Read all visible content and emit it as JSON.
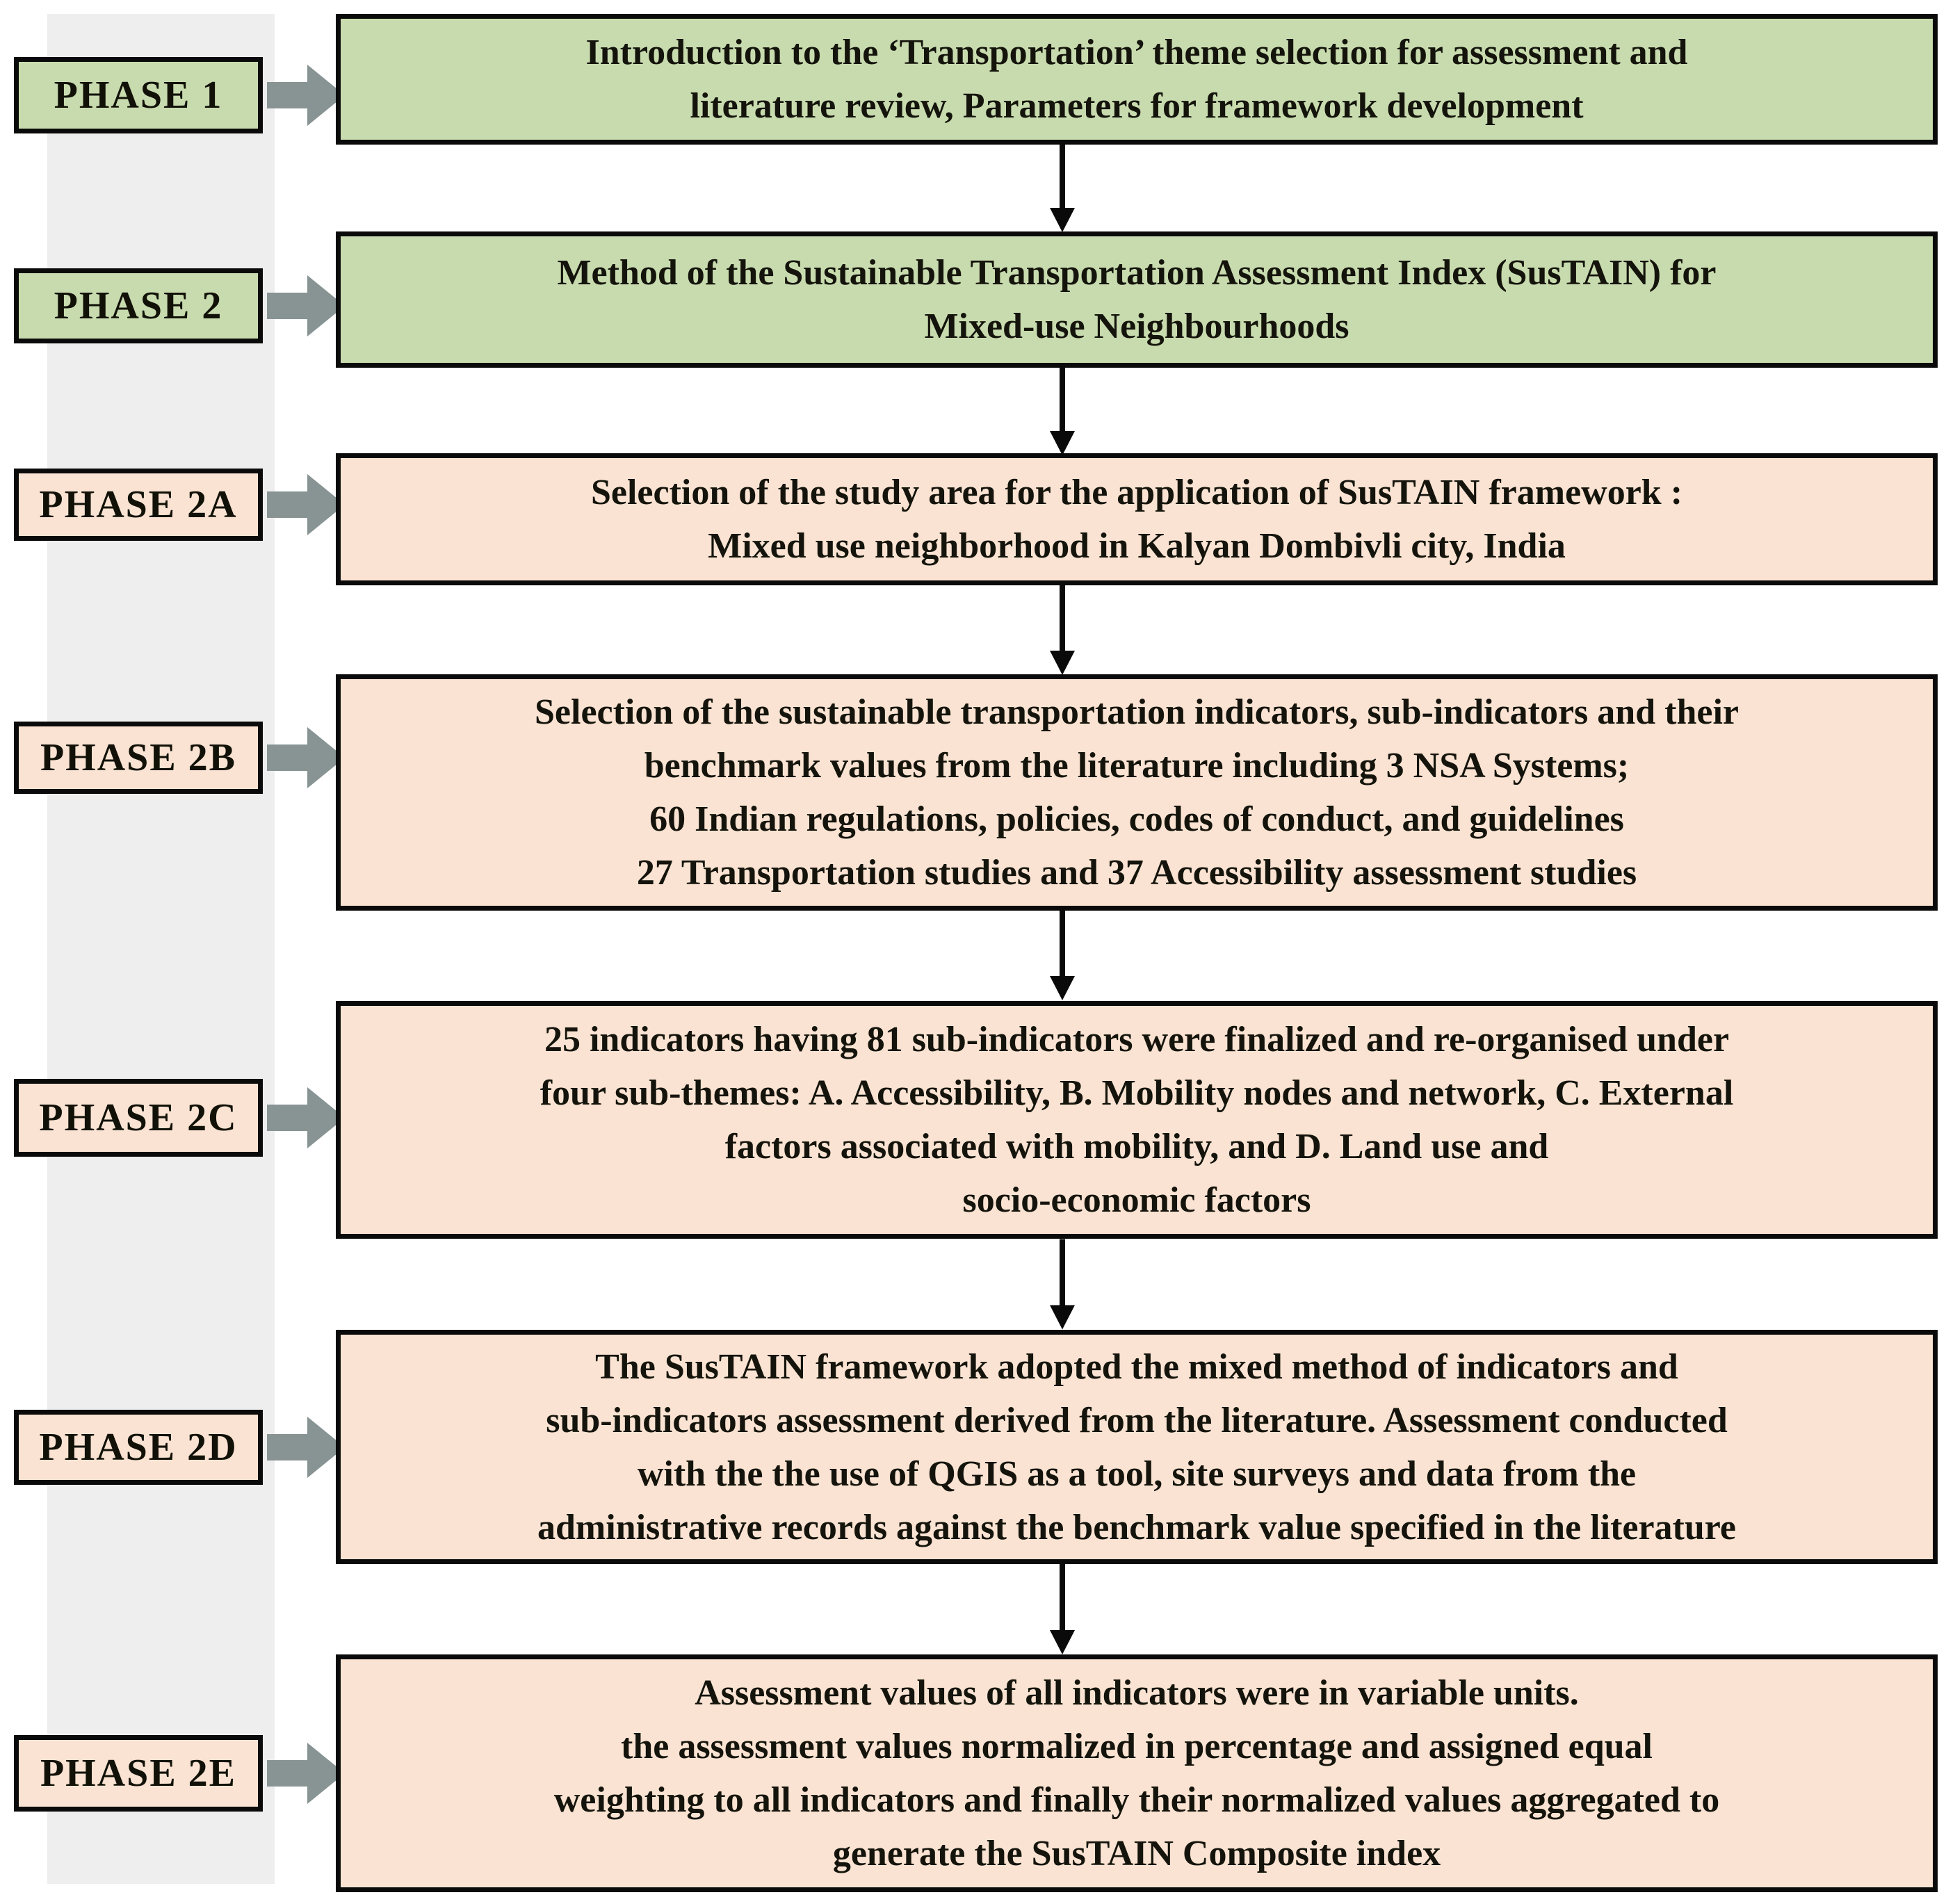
{
  "colors": {
    "green_box": "#c8dbae",
    "peach_box": "#fae3d2",
    "arrow_gray": "#879493",
    "border_black": "#0a0a0a",
    "column_bg": "#efeeee"
  },
  "phases": [
    {
      "label": "PHASE 1",
      "style": "green",
      "lines": [
        "Introduction to the ‘Transportation’ theme selection for assessment  and",
        "literature review, Parameters for framework development"
      ]
    },
    {
      "label": "PHASE 2",
      "style": "green",
      "lines": [
        "Method of the Sustainable Transportation Assessment Index (SusTAIN) for",
        "Mixed-use Neighbourhoods"
      ]
    },
    {
      "label": "PHASE 2A",
      "style": "peach",
      "lines": [
        "Selection of the study area for the application of SusTAIN framework :",
        "Mixed use neighborhood in Kalyan Dombivli city, India"
      ]
    },
    {
      "label": "PHASE 2B",
      "style": "peach",
      "lines": [
        "Selection of the sustainable transportation indicators, sub-indicators and their",
        "benchmark values from the literature including 3 NSA Systems;",
        "60 Indian regulations, policies, codes of conduct, and guidelines",
        "27 Transportation studies and 37 Accessibility assessment studies"
      ]
    },
    {
      "label": "PHASE 2C",
      "style": "peach",
      "lines": [
        "25 indicators having 81 sub-indicators were finalized and re-organised under",
        "four sub-themes: A. Accessibility, B. Mobility nodes and network, C. External",
        "factors associated with mobility, and D. Land use and",
        "socio-economic factors"
      ]
    },
    {
      "label": "PHASE 2D",
      "style": "peach",
      "lines": [
        "The SusTAIN framework adopted the mixed method of indicators and",
        "sub-indicators assessment derived from the literature. Assessment conducted",
        "with the the use of  QGIS as a tool, site surveys and data from the",
        "administrative records against the benchmark value specified in the literature"
      ]
    },
    {
      "label": "PHASE 2E",
      "style": "peach",
      "lines": [
        "Assessment values of all indicators were in variable units.",
        "the assessment values normalized in percentage and assigned equal",
        "weighting to all indicators and finally their normalized values aggregated to",
        "generate the SusTAIN Composite index"
      ]
    }
  ]
}
